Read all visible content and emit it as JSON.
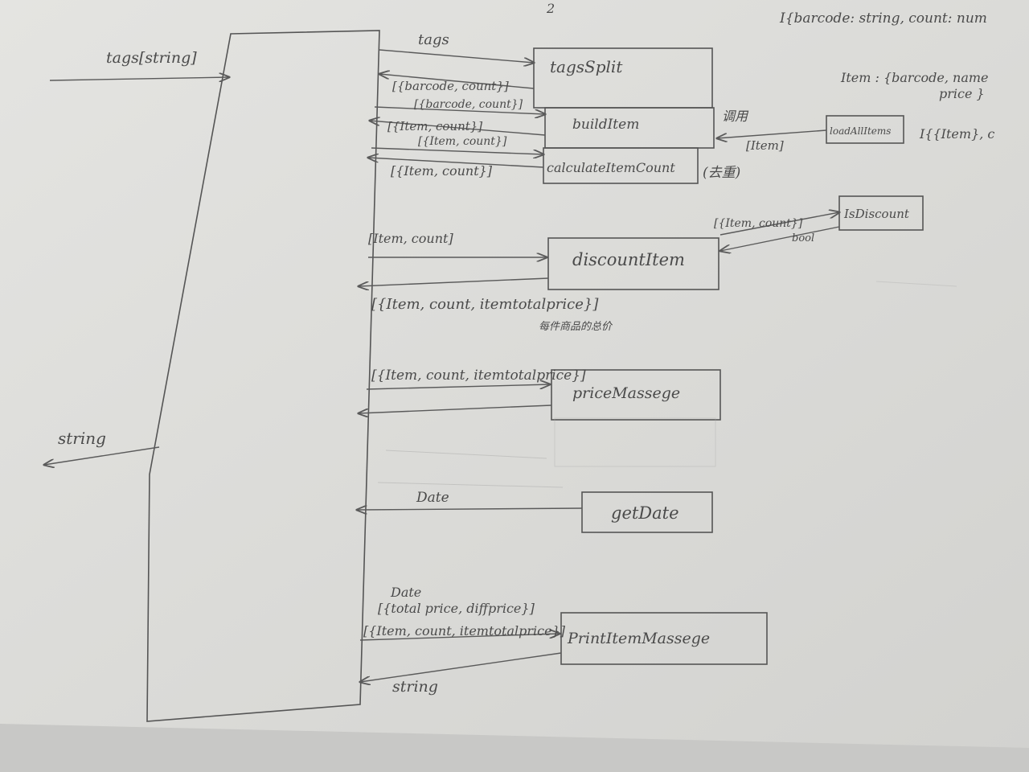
{
  "top_marker": "2",
  "top_right_note": "I{barcode: string, count: num",
  "input_label": "tags[string]",
  "output_label": "string",
  "item_type_note": {
    "line1": "Item : {barcode, name",
    "line2": "price }"
  },
  "right_edge_note": "I{{Item}, c",
  "functions": {
    "tags_split": "tagsSplit",
    "build_item": "buildItem",
    "load_all_items": "loadAllItems",
    "calculate_item_count": "calculateItemCount",
    "is_discount": "IsDiscount",
    "discount_item": "discountItem",
    "price_massege": "priceMassege",
    "get_date": "getDate",
    "print_item_massege": "PrintItemMassege"
  },
  "messages": {
    "tags": "tags",
    "tags_split_return": "[{barcode, count}]",
    "build_item_in": "[{barcode, count}]",
    "build_item_return": "[{Item, count}]",
    "calculate_in": "[{Item, count}]",
    "calculate_return": "[{Item, count}]",
    "call_note": "调用",
    "load_return": "[Item]",
    "dedupe_note": "(去重)",
    "discount_in": "[Item, count]",
    "is_discount_in": "[{Item, count}]",
    "is_discount_return": "bool",
    "discount_return": "[{Item, count, itemtotalprice}]",
    "discount_note": "每件商品的总价",
    "price_in": "[{Item, count, itemtotalprice}]",
    "date_return": "Date",
    "print_in_date": "Date",
    "print_in_totals": "[{total price, diffprice}]",
    "print_in_items": "[{Item, count, itemtotalprice}]",
    "print_return": "string"
  }
}
